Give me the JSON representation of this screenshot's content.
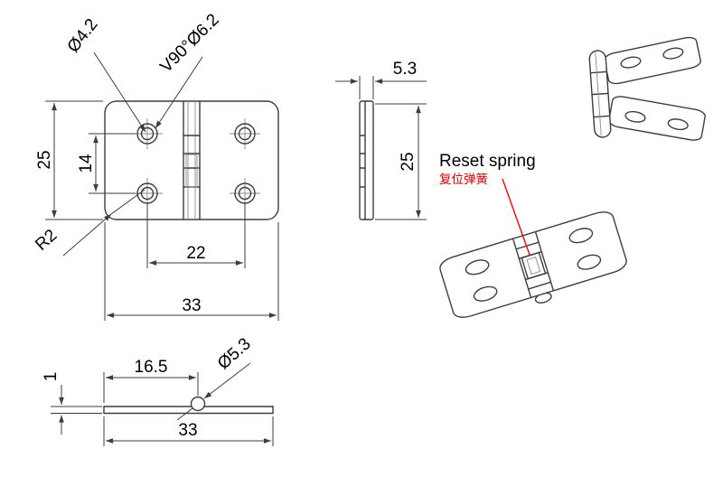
{
  "colors": {
    "line": "#3d3d3d",
    "leader_red": "#ff0000",
    "text": "#000000",
    "zh_label": "#cc0000",
    "background": "#ffffff"
  },
  "views": {
    "front": {
      "hole_diameter": "Ø4.2",
      "countersink": "V90°Ø6.2",
      "height": "25",
      "hole_spacing_vertical": "14",
      "hole_spacing_horizontal": "22",
      "width": "33",
      "corner_radius": "R2"
    },
    "side": {
      "thickness": "5.3",
      "height": "25"
    },
    "bottom": {
      "plate_thickness": "1",
      "knuckle_offset": "16.5",
      "knuckle_diameter": "Ø5.3",
      "width": "33"
    },
    "iso_open": {
      "annotation_en": "Reset spring",
      "annotation_zh": "复位弹簧"
    }
  }
}
